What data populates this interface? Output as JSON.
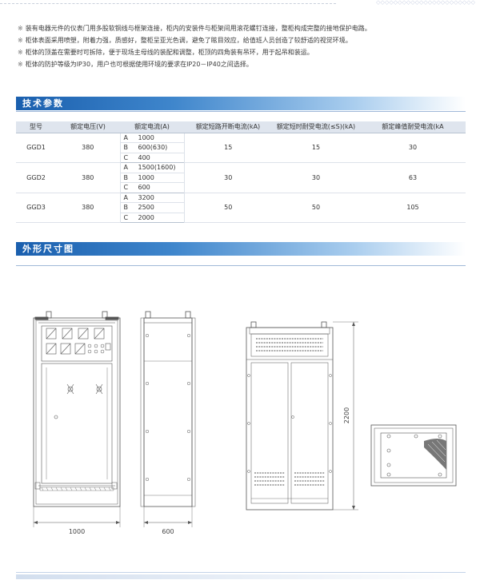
{
  "features": [
    "装有电器元件的仪表门用多股软铜线与框架连接，柜内的安装件与柜架间用滚花螺钉连接，整柜构成完整的接地保护电路。",
    "柜体表面采用喷塑，附着力强，质感好，整柜呈亚光色调，避免了眩目效应，给值班人员创造了较舒适的视觉环境。",
    "柜体的顶盖在需要时可拆除，便于现场主母线的装配和调整，柜顶的四角装有吊环，用于起吊和装运。",
    "柜体的防护等级为IP30，用户也可根据使用环境的要求在IP20－IP40之间选择。"
  ],
  "bullet_mark": "※",
  "sections": {
    "tech_params": "技术参数",
    "dimensions": "外形尺寸图"
  },
  "table": {
    "headers": [
      "型号",
      "额定电压(V)",
      "额定电流(A)",
      "额定短路开断电流(kA)",
      "额定短时耐受电流(≤S)(kA)",
      "额定峰值耐受电流(kA"
    ],
    "rows": [
      {
        "model": "GGD1",
        "voltage": "380",
        "currents": [
          {
            "code": "A",
            "value": "1000"
          },
          {
            "code": "B",
            "value": "600(630)"
          },
          {
            "code": "C",
            "value": "400"
          }
        ],
        "breaking": "15",
        "short_time": "15",
        "peak": "30"
      },
      {
        "model": "GGD2",
        "voltage": "380",
        "currents": [
          {
            "code": "A",
            "value": "1500(1600)"
          },
          {
            "code": "B",
            "value": "1000"
          },
          {
            "code": "C",
            "value": "600"
          }
        ],
        "breaking": "30",
        "short_time": "30",
        "peak": "63"
      },
      {
        "model": "GGD3",
        "voltage": "380",
        "currents": [
          {
            "code": "A",
            "value": "3200"
          },
          {
            "code": "B",
            "value": "2500"
          },
          {
            "code": "C",
            "value": "2000"
          }
        ],
        "breaking": "50",
        "short_time": "50",
        "peak": "105"
      }
    ]
  },
  "dimensions": {
    "width": "1000",
    "depth": "600",
    "height": "2200"
  },
  "colors": {
    "section_bar": "#1a5fae",
    "table_header": "#dfe5ee",
    "line": "#555555"
  }
}
